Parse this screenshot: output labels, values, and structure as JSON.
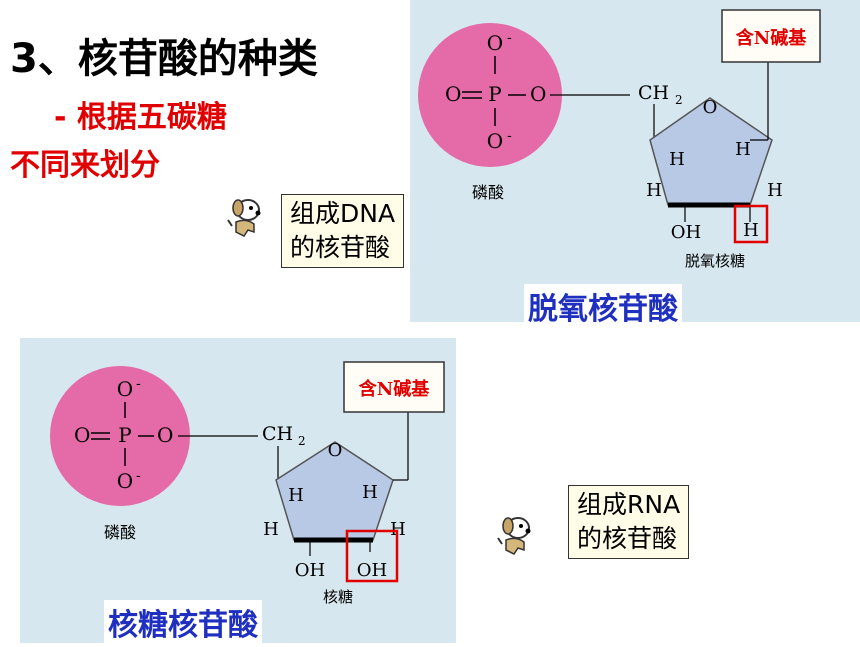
{
  "title": "3、核苷酸的种类",
  "subtitle_line1": "- 根据五碳糖",
  "subtitle_line2": "不同来划分",
  "top_figure": {
    "phosphate_caption": "磷酸",
    "sugar_caption": "脱氧核糖",
    "base_label": "含N碱基",
    "ch2": "CH",
    "ch2_sub": "2",
    "ring_o": "O",
    "h1": "H",
    "h2": "H",
    "h3": "H",
    "h4": "H",
    "oh": "OH",
    "boxed": "H",
    "name": "脱氧核苷酸"
  },
  "bottom_figure": {
    "phosphate_caption": "磷酸",
    "sugar_caption": "核糖",
    "base_label": "含N碱基",
    "ch2": "CH",
    "ch2_sub": "2",
    "ring_o": "O",
    "h1": "H",
    "h2": "H",
    "h3": "H",
    "h4": "H",
    "oh": "OH",
    "boxed": "OH",
    "name": "核糖核苷酸"
  },
  "phosphate": {
    "o_top": "O",
    "o_minus": "-",
    "p": "P",
    "o_left": "O",
    "o_right": "O",
    "o_bottom": "O"
  },
  "note_dna": {
    "line1": "组成DNA",
    "line2": "的核苷酸"
  },
  "note_rna": {
    "line1": "组成RNA",
    "line2": "的核苷酸"
  },
  "colors": {
    "panel": "#d7e7ef",
    "phosphate": "#e46aa8",
    "sugar": "#b8c9e6",
    "red": "#e00000",
    "blue_label": "#1f2fbf"
  },
  "icons": [
    "dog-icon",
    "dog-icon"
  ]
}
